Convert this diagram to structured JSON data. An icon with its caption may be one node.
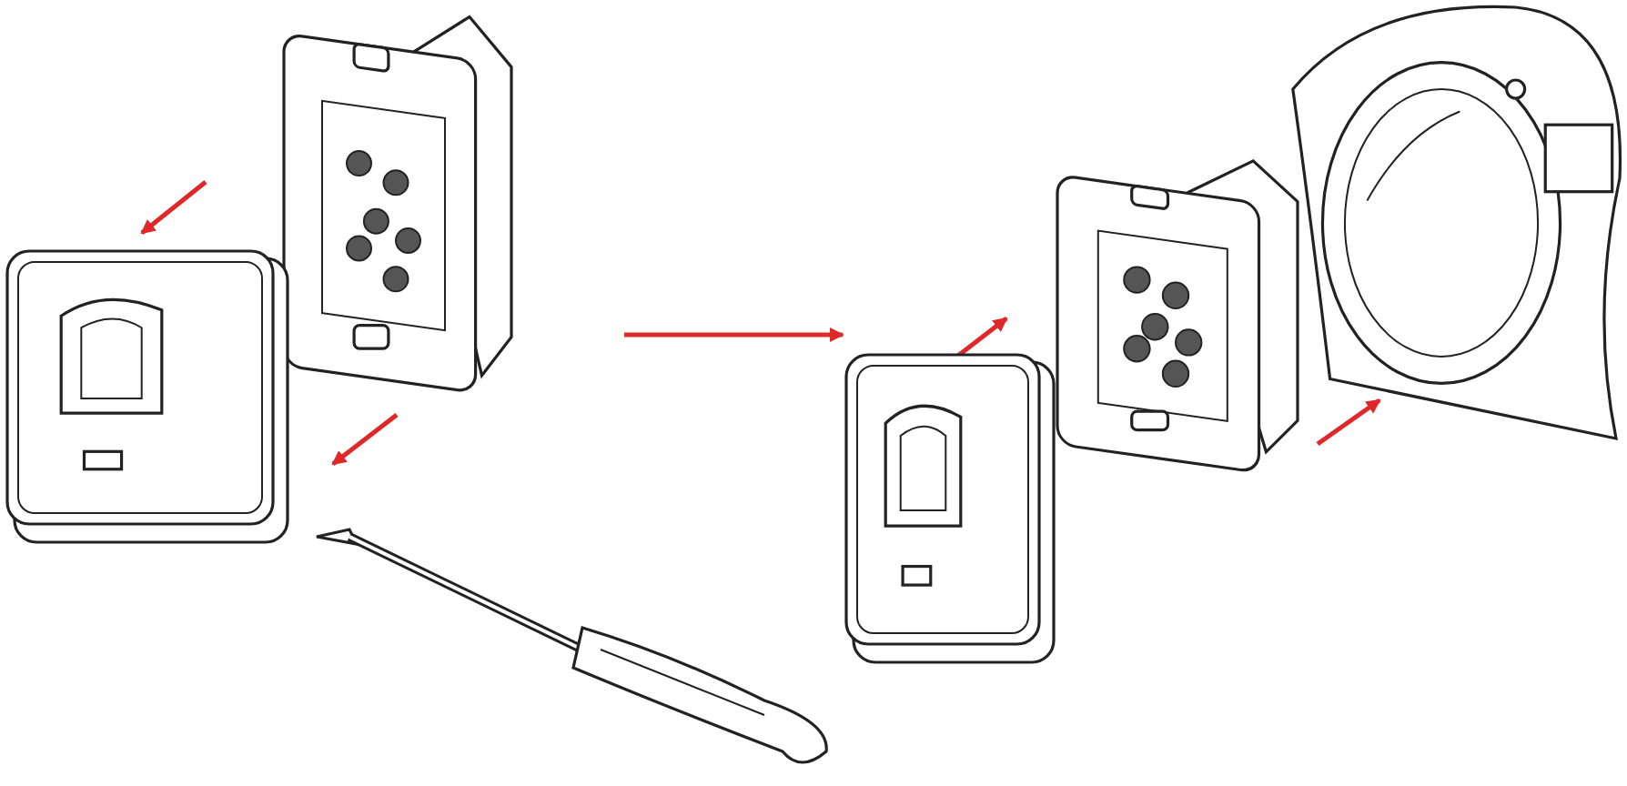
{
  "diagram": {
    "nodes": [
      {
        "text": [],
        "shape": "picture"
      },
      {
        "text": [],
        "shape": "picture"
      },
      {
        "text": [],
        "shape": "picture"
      },
      {
        "text": [],
        "shape": "picture"
      },
      {
        "text": [],
        "shape": "picture"
      },
      {
        "text": [],
        "shape": "picture"
      }
    ],
    "edges": [
      {
        "from": null,
        "to": 3,
        "arrow": "to"
      }
    ]
  }
}
